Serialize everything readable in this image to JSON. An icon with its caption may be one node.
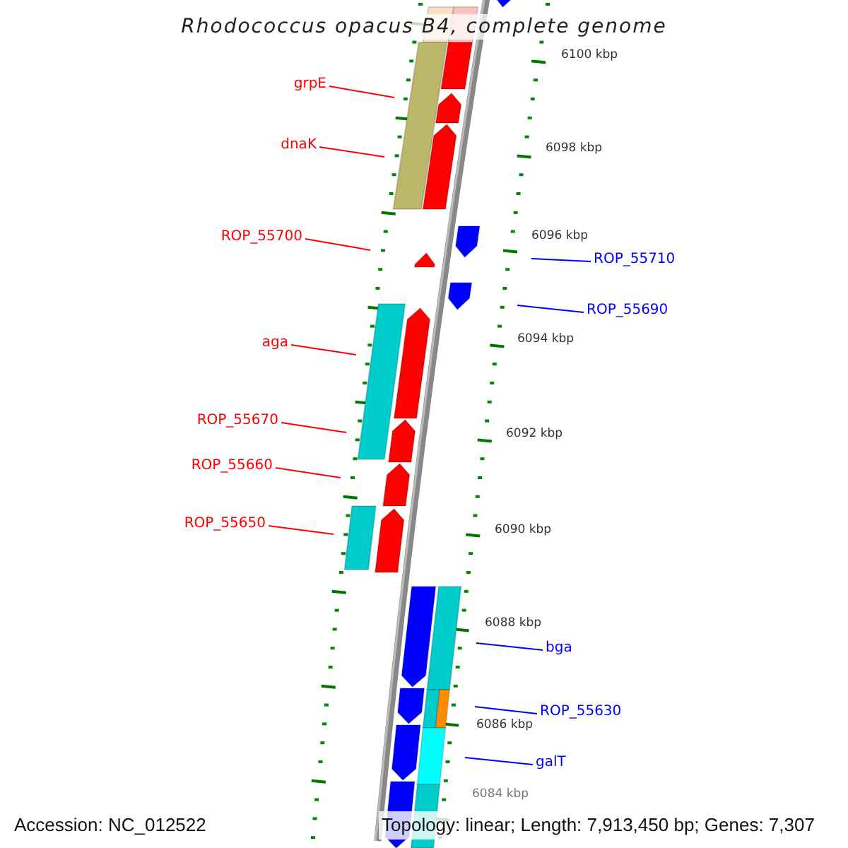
{
  "diagram": {
    "title": "Rhodococcus opacus B4, complete genome",
    "nodes": [
      {
        "text": [
          "grpE"
        ]
      },
      {
        "text": [
          "dnaK"
        ]
      },
      {
        "text": [
          "ROP_55700"
        ]
      },
      {
        "text": [
          "ROP_55710"
        ]
      },
      {
        "text": [
          "ROP_55690"
        ]
      },
      {
        "text": [
          "aga"
        ]
      },
      {
        "text": [
          "ROP_55670"
        ]
      },
      {
        "text": [
          "ROP_55660"
        ]
      },
      {
        "text": [
          "ROP_55650"
        ]
      },
      {
        "text": [
          "bga"
        ]
      },
      {
        "text": [
          "ROP_55630"
        ]
      },
      {
        "text": [
          "galT"
        ]
      }
    ],
    "edges": [
      {
        "from": 0,
        "to": null,
        "arrow": "none"
      },
      {
        "from": 1,
        "to": null,
        "arrow": "none"
      },
      {
        "from": 2,
        "to": null,
        "arrow": "none"
      },
      {
        "from": 3,
        "to": null,
        "arrow": "none",
        "color": "#0000ff"
      },
      {
        "from": 4,
        "to": null,
        "arrow": "none",
        "color": "#0000ff"
      },
      {
        "from": 5,
        "to": null,
        "arrow": "none"
      },
      {
        "from": 6,
        "to": null,
        "arrow": "none"
      },
      {
        "from": 7,
        "to": null,
        "arrow": "none"
      },
      {
        "from": 8,
        "to": null,
        "arrow": "none"
      },
      {
        "from": 9,
        "to": null,
        "arrow": "none",
        "color": "#0000ff"
      },
      {
        "from": 10,
        "to": null,
        "arrow": "none",
        "color": "#0000ff"
      },
      {
        "from": 11,
        "to": null,
        "arrow": "none",
        "color": "#0000ff"
      }
    ],
    "labels": [
      "6100 kbp",
      "6098 kbp",
      "6096 kbp",
      "6094 kbp",
      "6092 kbp",
      "6090 kbp",
      "6088 kbp",
      "6086 kbp",
      "6084 kbp",
      "Accession: NC_012522",
      "Topology: linear; Length: 7,913,450 bp; Genes: 7,307"
    ]
  }
}
